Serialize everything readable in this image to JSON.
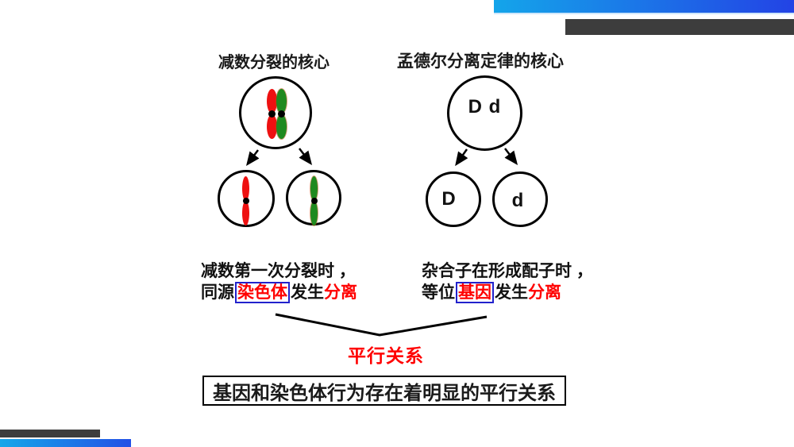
{
  "left_panel": {
    "title": "减数分裂的核心",
    "caption_line1": "减数第一次分裂时 ，",
    "caption_line2_pre": "同源",
    "caption_line2_boxed": "染色体",
    "caption_line2_mid": "发生",
    "caption_line2_emph": "分离"
  },
  "right_panel": {
    "title": "孟德尔分离定律的核心",
    "parent_label": "D d",
    "gamete_left_label": "D",
    "gamete_right_label": "d",
    "caption_line1": "杂合子在形成配子时 ，",
    "caption_line2_pre": "等位",
    "caption_line2_boxed": "基因",
    "caption_line2_mid": "发生",
    "caption_line2_emph": "分离"
  },
  "relation_label": "平行关系",
  "conclusion_text": "基因和染色体行为存在着明显的平行关系",
  "colors": {
    "chromosome_red": "#ee1111",
    "chromosome_green": "#1f8a1f",
    "emphasis_red": "#ff0000",
    "annotation_box_blue": "#2222cc",
    "accent_gray": "#3d3d3d",
    "accent_blue_light": "#14a5ea",
    "accent_blue_dark": "#2343e5"
  }
}
